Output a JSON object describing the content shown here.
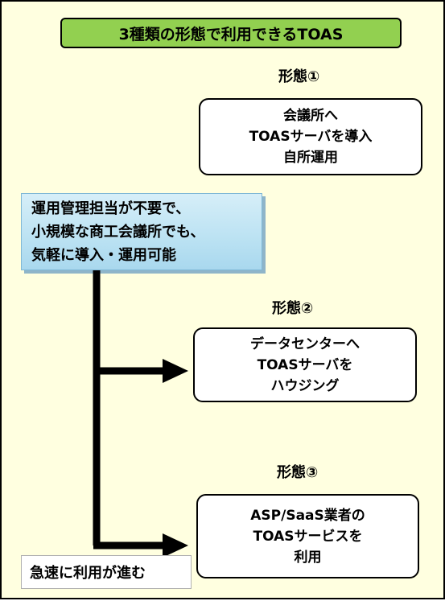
{
  "title": "3種類の形態で利用できるTOAS",
  "forms": [
    {
      "label": "形態①",
      "lines": [
        "会議所へ",
        "TOASサーバを導入",
        "自所運用"
      ]
    },
    {
      "label": "形態②",
      "lines": [
        "データセンターへ",
        "TOASサーバを",
        "ハウジング"
      ]
    },
    {
      "label": "形態③",
      "lines": [
        "ASP/SaaS業者の",
        "TOASサービスを",
        "利用"
      ]
    }
  ],
  "merit": [
    "運用管理担当が不要で、",
    "小規模な商工会議所でも、",
    "気軽に導入・運用可能"
  ],
  "bottom_label": "急速に利用が進む",
  "colors": {
    "background": "#ffffe0",
    "title_fill": "#92d050",
    "merit_fill": "#bde3f3",
    "arrow": "#000000"
  }
}
